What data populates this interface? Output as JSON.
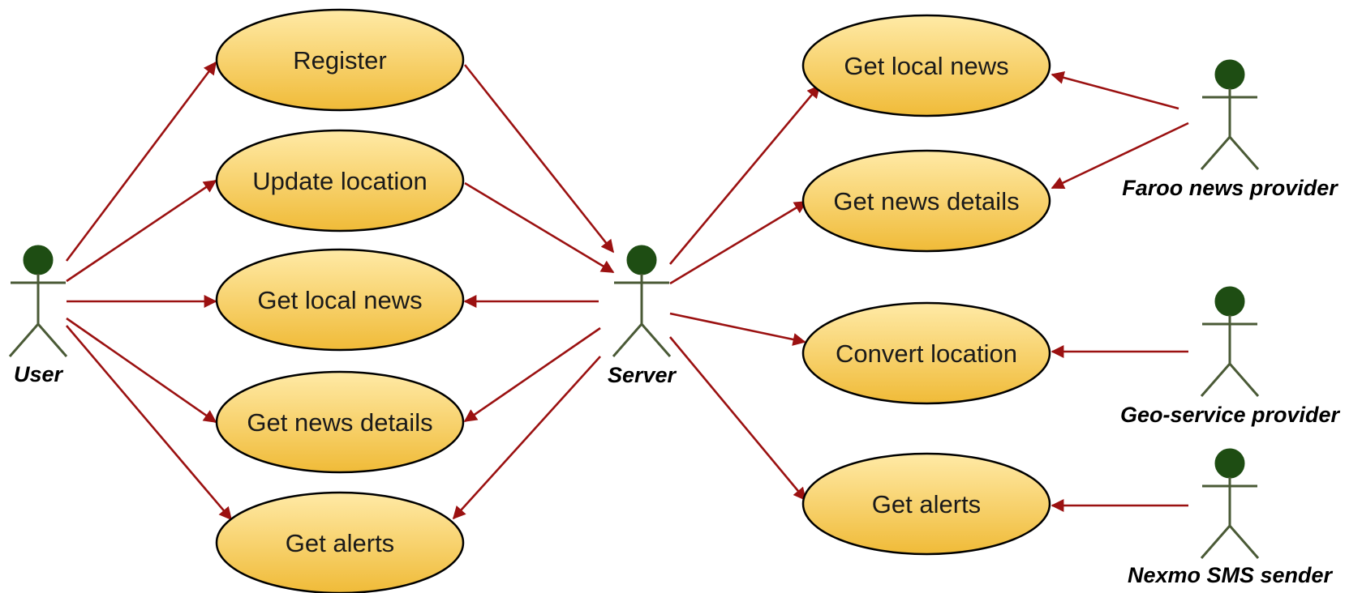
{
  "actors": {
    "user": {
      "label": "User"
    },
    "server": {
      "label": "Server"
    },
    "faroo": {
      "label": "Faroo news provider"
    },
    "geo": {
      "label": "Geo-service provider"
    },
    "nexmo": {
      "label": "Nexmo SMS sender"
    }
  },
  "left_use_cases": {
    "register": "Register",
    "update_location": "Update location",
    "get_local_news": "Get local news",
    "get_news_details": "Get news details",
    "get_alerts": "Get alerts"
  },
  "right_use_cases": {
    "get_local_news": "Get local news",
    "get_news_details": "Get news details",
    "convert_location": "Convert location",
    "get_alerts": "Get alerts"
  },
  "colors": {
    "use_case_fill_light": "#ffe9a3",
    "use_case_fill_dark": "#f2be3c",
    "use_case_stroke": "#000000",
    "actor_head": "#1e4d13",
    "actor_body": "#4a5a36",
    "arrow": "#9b1111"
  }
}
